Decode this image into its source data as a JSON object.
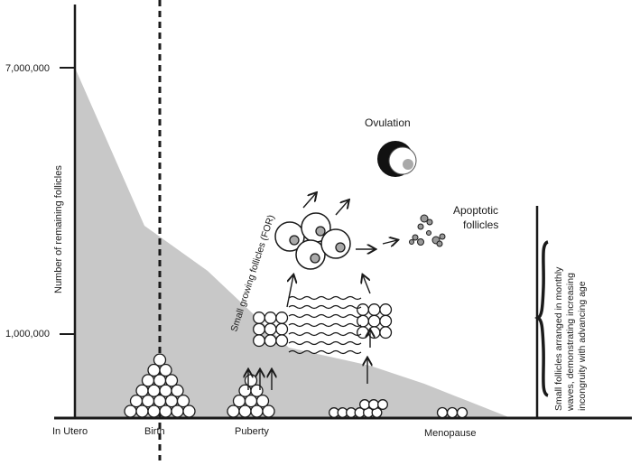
{
  "diagram": {
    "y_axis_label": "Number of remaining follicles",
    "y_ticks": [
      "7,000,000",
      "1,000,000"
    ],
    "x_stages": [
      "In Utero",
      "Birth",
      "Puberty",
      "Menopause"
    ],
    "labels": {
      "ovulation": "Ovulation",
      "apoptotic": "Apoptotic\nfollicles",
      "small_growing": "Small growing follicles (FOR)",
      "side_note": "Small follicles arranged in monthly\nwaves, demonstrating increasing\nincongruity with advancing age"
    },
    "colors": {
      "area_fill": "#c8c8c8",
      "ink": "#1a1a1a",
      "cell_fill": "#ffffff",
      "nucleus": "#a9a9a9"
    }
  }
}
